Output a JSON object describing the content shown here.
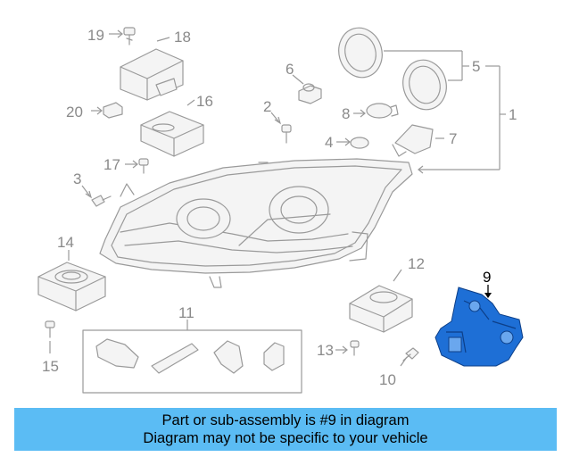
{
  "callouts": {
    "c1": "1",
    "c2": "2",
    "c3": "3",
    "c4": "4",
    "c5": "5",
    "c6": "6",
    "c7": "7",
    "c8": "8",
    "c9": "9",
    "c10": "10",
    "c11": "11",
    "c12": "12",
    "c13": "13",
    "c14": "14",
    "c15": "15",
    "c16": "16",
    "c17": "17",
    "c18": "18",
    "c19": "19",
    "c20": "20"
  },
  "banner": {
    "line1": "Part or sub-assembly is #9 in diagram",
    "line2": "Diagram may not be specific to your vehicle"
  },
  "colors": {
    "highlight": "#1e6fd6",
    "banner": "#5bbcf4",
    "linework": "#9a9a9a"
  }
}
